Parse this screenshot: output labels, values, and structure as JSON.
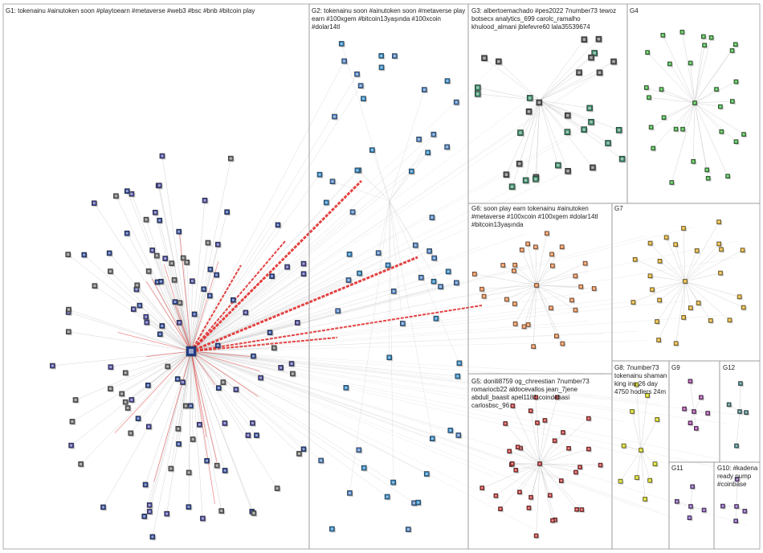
{
  "groups": [
    {
      "id": "G1",
      "label": "G1: tokenainu #ainutoken soon #playtoearn #metaverse #web3 #bsc #bnb #bitcoin play",
      "accent": "#1f3a8a"
    },
    {
      "id": "G2",
      "label": "G2: tokenainu soon #ainutoken soon #metaverse play earn #100xgem #bitcoin13yaşında #100xcoin #dolar14tl",
      "accent": "#1f77b4"
    },
    {
      "id": "G3",
      "label": "G3: albertoemachado #pes2022 7number73 tewoz botsecx analytics_699 carolc_ramalho khulood_almani jblefevre60 lala35539674",
      "accent": "#2e7d5b"
    },
    {
      "id": "G4",
      "label": "G4",
      "accent": "#2ca02c"
    },
    {
      "id": "G5",
      "label": "G5: donili8759 og_chreestian 7number73 romariocb22 aldocevallos jean_7jene abdull_baasit apel1181 coindehasi carlosbsc_96",
      "accent": "#b22222"
    },
    {
      "id": "G6",
      "label": "G6: soon play earn tokenainu #ainutoken #metaverse #100xcoin #100xgem #dolar14tl #bitcoin13yaşında",
      "accent": "#e07b39"
    },
    {
      "id": "G7",
      "label": "G7",
      "accent": "#d4a017"
    },
    {
      "id": "G8",
      "label": "G8: 7number73 tokenainu shaman king inu 26 day 4750 hodlers 24m",
      "accent": "#c8c800"
    },
    {
      "id": "G9",
      "label": "G9",
      "accent": "#8b2d8b"
    },
    {
      "id": "G10",
      "label": "G10: #kadena ready pump #coinbase",
      "accent": "#6a3d9a"
    },
    {
      "id": "G11",
      "label": "G11",
      "accent": "#6a3d9a"
    },
    {
      "id": "G12",
      "label": "G12",
      "accent": "#2f6f6f"
    }
  ],
  "colors": {
    "border": "#9a9a9a",
    "edge": "#c8c8c8",
    "edge_strong": "#e03030"
  }
}
